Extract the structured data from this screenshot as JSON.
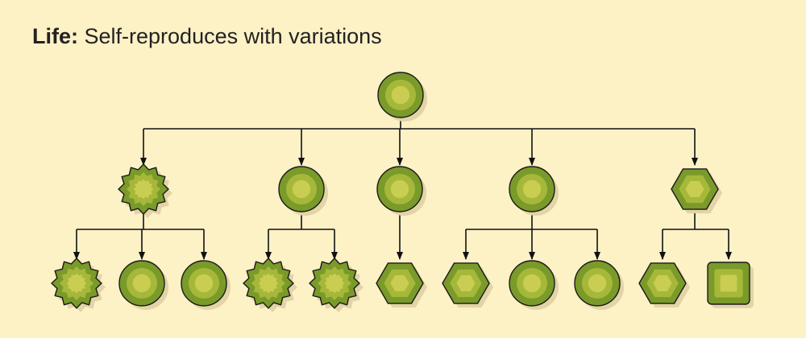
{
  "title": {
    "bold": "Life:",
    "rest": " Self-reproduces with variations"
  },
  "colors": {
    "background": "#fdf1c6",
    "line": "#111111",
    "shadow": "#e2d4a6",
    "outer_fill": "#7a9a2a",
    "mid_fill": "#a5b83a",
    "inner_fill": "#c9cd52",
    "stroke": "#1a1a1a"
  },
  "tree": {
    "shape": "circle",
    "children": [
      {
        "shape": "star",
        "children": [
          {
            "shape": "star"
          },
          {
            "shape": "circle"
          },
          {
            "shape": "circle"
          }
        ]
      },
      {
        "shape": "circle",
        "children": [
          {
            "shape": "star"
          },
          {
            "shape": "star"
          }
        ]
      },
      {
        "shape": "circle",
        "children": [
          {
            "shape": "hexagon"
          }
        ]
      },
      {
        "shape": "circle",
        "children": [
          {
            "shape": "hexagon"
          },
          {
            "shape": "circle"
          },
          {
            "shape": "circle"
          }
        ]
      },
      {
        "shape": "hexagon",
        "children": [
          {
            "shape": "hexagon"
          },
          {
            "shape": "square"
          }
        ]
      }
    ]
  }
}
